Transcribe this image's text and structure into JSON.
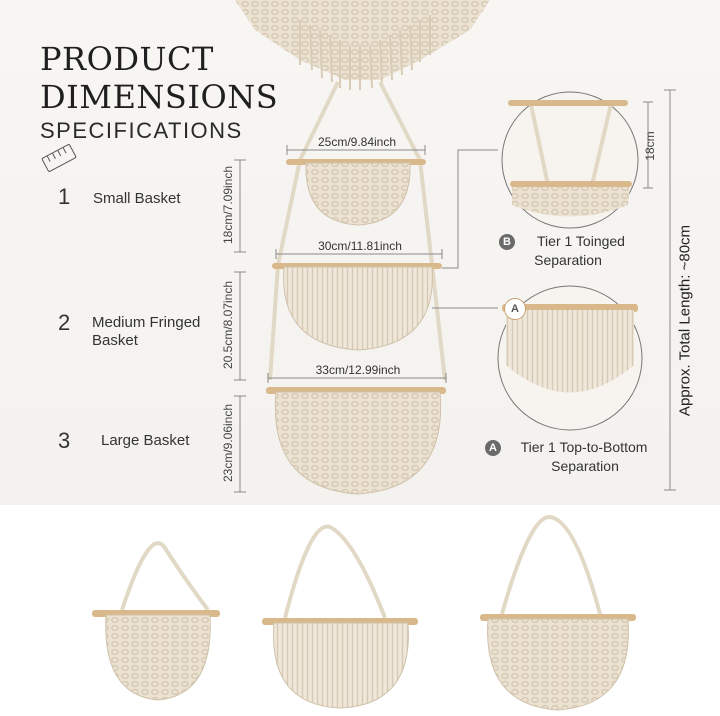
{
  "heading": {
    "line1": "PRODUCT",
    "line2": "DIMENSIONS",
    "line3": "SPECIFICATIONS"
  },
  "ruler_icon": "ruler-icon",
  "items": [
    {
      "number": "1",
      "label": "Small Basket"
    },
    {
      "number": "2",
      "label_line1": "Medium Fringed",
      "label_line2": "Basket"
    },
    {
      "number": "3",
      "label": "Large Basket"
    }
  ],
  "dimensions": {
    "width_small": "25cm/9.84inch",
    "width_medium": "30cm/11.81inch",
    "width_large": "33cm/12.99inch",
    "height_small": "18cm/7.09inch",
    "height_medium": "20.5cm/8.07inch",
    "height_large": "23cm/9.06inch",
    "separation": "18cm",
    "total_length": "Approx. Total Length: ~80cm"
  },
  "callouts": {
    "b_badge": "B",
    "b_line1": "Tier 1 Toinged",
    "b_line2": "Separation",
    "a_badge": "A",
    "a_badge_top": "A",
    "a_line1": "Tier 1 Top-to-Bottom",
    "a_line2": "Separation"
  },
  "colors": {
    "cream": "#ece3d3",
    "cream_dark": "#d6c9b3",
    "wood": "#d9b98b",
    "line": "#9a9a9a",
    "badge": "#6a6a6a"
  }
}
